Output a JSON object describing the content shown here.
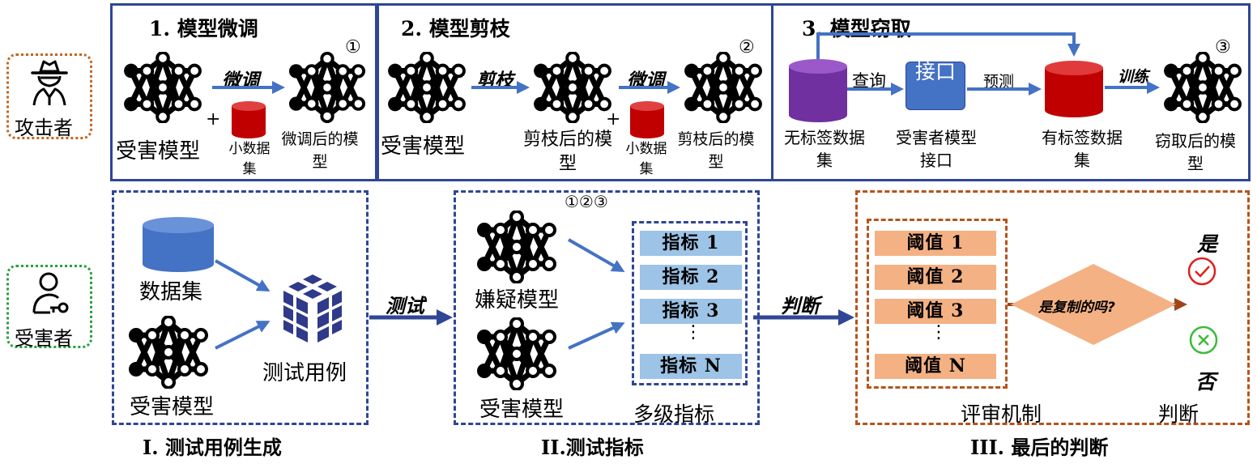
{
  "roles": {
    "attacker": "攻击者",
    "victim": "受害者"
  },
  "attacks": {
    "finetune": {
      "title": "1.  模型微调",
      "action": "微调",
      "victim_model": "受害模型",
      "small_data": "小数据集",
      "result": "微调后的模型",
      "marker": "①"
    },
    "prune": {
      "title": "2.  模型剪枝",
      "action_prune": "剪枝",
      "action_finetune": "微调",
      "victim_model": "受害模型",
      "pruned": "剪枝后的模型",
      "small_data": "小数据集",
      "result": "剪枝后的模型",
      "marker": "②"
    },
    "steal": {
      "title": "3.  模型窃取",
      "query": "查询",
      "predict": "预测",
      "train": "训练",
      "unlabeled": "无标签数据集",
      "interface_label": "接口",
      "interface": "受害者模型接口",
      "labeled": "有标签数据集",
      "result": "窃取后的模型",
      "marker": "③"
    }
  },
  "stage1": {
    "dataset": "数据集",
    "victim_model": "受害模型",
    "test_cases": "测试用例",
    "footer": "I.  测试用例生成"
  },
  "edge_test": "测试",
  "stage2": {
    "markers": "①②③",
    "suspect": "嫌疑模型",
    "victim_model": "受害模型",
    "metrics": [
      "指标 1",
      "指标 2",
      "指标 3",
      "指标 N"
    ],
    "dots": "⋮",
    "group": "多级指标",
    "footer": "II.测试指标"
  },
  "edge_judge": "判断",
  "stage3": {
    "thresholds": [
      "阈值 1",
      "阈值 2",
      "阈值 3",
      "阈值 N"
    ],
    "dots": "⋮",
    "mechanism": "评审机制",
    "question": "是复制的吗?",
    "yes": "是",
    "no": "否",
    "judge": "判断",
    "footer": "III.  最后的判断"
  },
  "colors": {
    "frame_blue": "#2f4596",
    "arrow_blue": "#4472c4",
    "frame_orange": "#b5541d",
    "data_red": "#c00000",
    "dataset_purple": "#7030a0",
    "dataset_blue": "#4472c4",
    "metric_fill": "#9dc3e6",
    "threshold_fill": "#f4b183",
    "diamond_fill": "#f4b183",
    "yes_red": "#e0201e",
    "no_green": "#3dbb3a",
    "attacker_dot": "#c5651f",
    "victim_dot": "#26a13d"
  }
}
